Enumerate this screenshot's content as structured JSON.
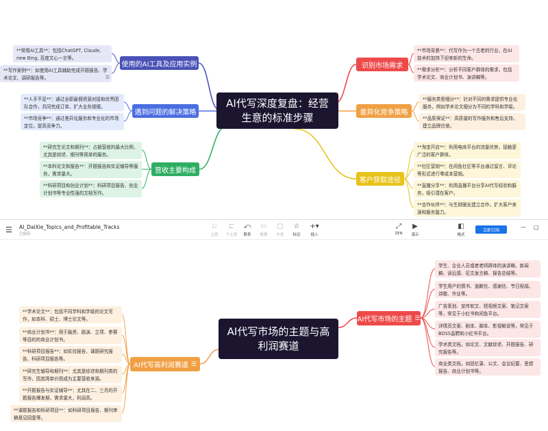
{
  "map1": {
    "center": "AI代写深度复盘：经营生意的标准步骤",
    "branches": [
      {
        "label": "使用的AI工具及应用实例",
        "color": "#4a52b7",
        "leaves": [
          "**常用AI工具**：包括ChatGPT, Claude, new Bing, 百度文心一言等。",
          "**写作案例**：如使用AI工具辅助完成开题报告、学术论文、调研报告等。"
        ]
      },
      {
        "label": "遇到问题的解决策略",
        "color": "#4a6ee0",
        "leaves": [
          "**人手不足**：通过全职雇佣资源对接和优秀团队合作，共同完成订单，扩大业务规模。",
          "**市场竞争**：通过差异化服务和专业化的市场定位，提高竞争力。"
        ]
      },
      {
        "label": "营收主要构成",
        "color": "#2eae63",
        "leaves": [
          "**研究生论文和期刊**：占据营收的最大比例，尤其是综述、期刊等简单的服务。",
          "**本科论文和报告**：开题报告和实证辅导等服务，需求量大。",
          "**科研项目和创业计划**：科研项目报告、创业计划书等专业性强的文档写作。"
        ]
      },
      {
        "label": "识别市场需求",
        "color": "#ee4a4a",
        "leaves": [
          "**市场背景**：代写作为一个古老的行业，在AI技术的加持下迎来新的生命。",
          "**需求分析**：分析不同客户群体的需求，包括学术论文、商业计划书、演讲稿等。"
        ]
      },
      {
        "label": "差异化竞争策略",
        "color": "#f0a044",
        "leaves": [
          "**服务类型细分**：针对不同的需求提供专业化服务，例如学术论文细分为不同的学科和学级。",
          "**品质保证**：高质量的写作服务和售后支持，建立品牌信誉。"
        ]
      },
      {
        "label": "客户获取途径",
        "color": "#e8c21a",
        "leaves": [
          "**淘宝开店**：利用电商平台的流量优势，接触更广泛的客户群体。",
          "**社区营销**：在闲鱼社区等平台通过留言、评论等形式进行零成本营销。",
          "**直播分享**：利用直播平台分享AI代写经验和服务，吸引潜在客户。",
          "**合作伙伴**：与生财圈友建立合作，扩大客户来源和服务能力。"
        ]
      }
    ]
  },
  "toolbar": {
    "menu_icon": "hamburger-menu-icon",
    "doc_title": "AI_DaiXie_Topics_and_Profitable_Tracks",
    "doc_status": "已保存",
    "tools": [
      {
        "icon": "⎌",
        "label": "主题",
        "name": "topic",
        "dim": true
      },
      {
        "icon": "⊏",
        "label": "子主题",
        "name": "subtopic",
        "dim": true
      },
      {
        "icon": "⤺",
        "label": "联系",
        "name": "relation",
        "dim": false
      },
      {
        "icon": "▭",
        "label": "概要",
        "name": "summary",
        "dim": true
      },
      {
        "icon": "▢",
        "label": "外框",
        "name": "boundary",
        "dim": true
      },
      {
        "icon": "☆",
        "label": "标记",
        "name": "marker",
        "dim": false
      },
      {
        "icon": "+▾",
        "label": "插入",
        "name": "insert",
        "dim": false
      },
      {
        "icon": "⤢",
        "label": "ZEN",
        "name": "zen",
        "dim": false
      },
      {
        "icon": "▶",
        "label": "演示",
        "name": "present",
        "dim": false
      },
      {
        "icon": "◧",
        "label": "格式",
        "name": "format",
        "dim": false
      }
    ],
    "open_button": "立即订阅",
    "window_buttons": [
      "—",
      "□"
    ]
  },
  "map2": {
    "center": "AI代写市场的主题与高利润赛道",
    "right": {
      "label": "AI代写市场的主题",
      "color": "#ee4a4a",
      "leaves": [
        "学生、企业人员或者老师群体的演讲稿、新闻稿、读后感、征文发言稿、报告总结等。",
        "学生用户的情书、道歉信、感谢信、节日祝福、诗歌、作业等。",
        "广告策划、宣传软文、短视频文案、笔记文案等，常见于小红书和闲鱼平台。",
        "详情页文案、剧本、脚本、影视解说等，常见于BOSS直聘和小红书平台。",
        "学术类文档，如论文、文献综述、开题报告、研究报告等。",
        "商业类文档，如回忆录、公文、会议纪要、思想报告、商业计划书等。"
      ]
    },
    "left": {
      "label": "AI代写高利润赛道",
      "color": "#f0a044",
      "leaves": [
        "**学术论文**：包括不同学科和学级的论文写作，如本科、硕士、博士论文等。",
        "**商业计划书**：用于融资、路演、立项、参赛等目的的商业计划书。",
        "**科研项目报告**：如实验报告、课题研究报告、科研项目报告等。",
        "**研究生辅导和期刊**：尤其是综述和期刊类的写作，因其简单价而成为主要营收来源。",
        "**开题报告与实证辅导**：尤其在二、三月的开题报告爆发期，需求量大，利润高。",
        "**课题报告和科研项目**：如科研项目报告、期刊审稿意见回复等。"
      ]
    }
  }
}
